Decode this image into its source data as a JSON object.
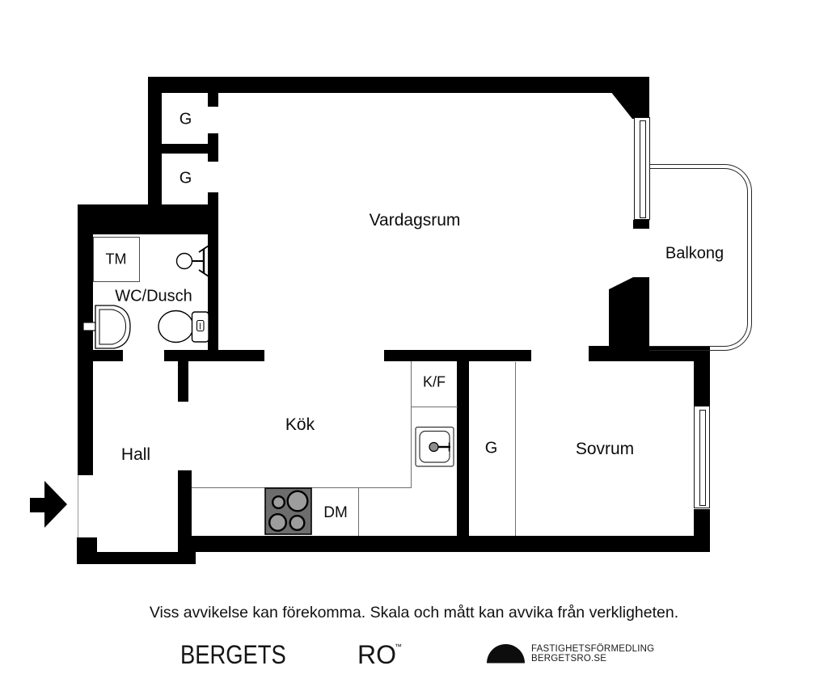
{
  "plan": {
    "rooms": {
      "vardagsrum": "Vardagsrum",
      "balkong": "Balkong",
      "wc_dusch": "WC/Dusch",
      "hall": "Hall",
      "kok": "Kök",
      "sovrum": "Sovrum"
    },
    "closets": {
      "g1": "G",
      "g2": "G",
      "g3": "G"
    },
    "appliances": {
      "tm": "TM",
      "kf": "K/F",
      "dm": "DM"
    }
  },
  "footer": {
    "disclaimer": "Viss avvikelse kan förekomma. Skala och mått kan avvika från verkligheten."
  },
  "branding": {
    "word1": "BERGETS",
    "word2": "RO",
    "trademark": "™",
    "line1": "FASTIGHETSFÖRMEDLING",
    "line2": "BERGETSRO.SE"
  },
  "colors": {
    "wall": "#000000",
    "line": "#6f6f6f",
    "stove": "#6d6d6d",
    "burner": "#9d9d9d"
  }
}
